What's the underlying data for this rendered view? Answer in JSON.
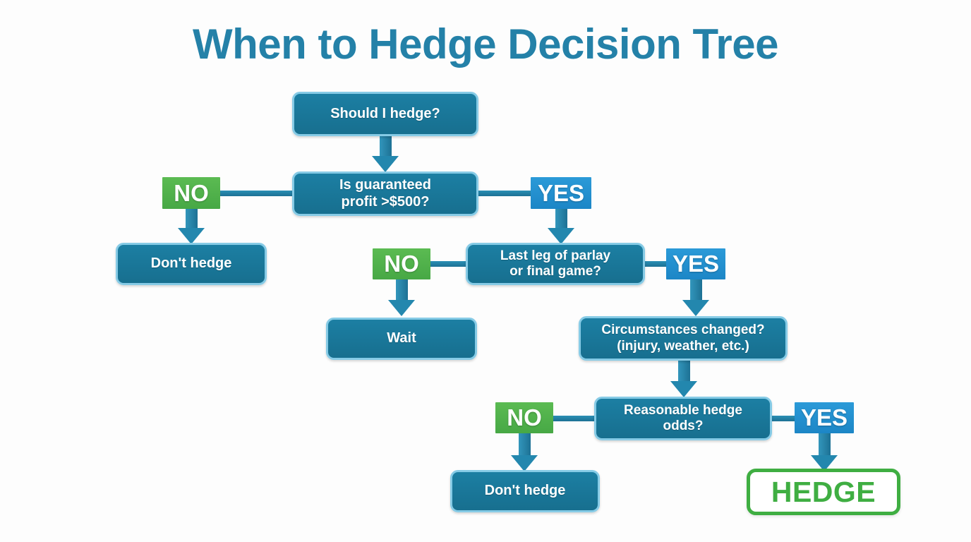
{
  "title": "When to Hedge Decision Tree",
  "theme": {
    "background": "#fdfdfd",
    "title_color": "#2481a8",
    "node_fill": "#1c7fa3",
    "node_border": "#86cbe6",
    "connector": "#1d7194",
    "yes_chip": "#2b9ad8",
    "no_chip": "#4fb04a",
    "hedge_green": "#3fae42",
    "node_text": "#ffffff"
  },
  "nodes": {
    "root": "Should I hedge?",
    "profit": "Is guaranteed\nprofit >$500?",
    "dont_hedge_1": "Don't hedge",
    "last_leg": "Last leg of parlay\nor final game?",
    "wait": "Wait",
    "circumstances": "Circumstances changed?\n(injury, weather, etc.)",
    "odds": "Reasonable hedge\nodds?",
    "dont_hedge_2": "Don't hedge",
    "hedge": "HEDGE"
  },
  "branch_labels": {
    "no_profit": "NO",
    "yes_profit": "YES",
    "no_last_leg": "NO",
    "yes_last_leg": "YES",
    "no_odds": "NO",
    "yes_odds": "YES"
  },
  "chart_data": {
    "type": "diagram",
    "diagram_kind": "decision-tree",
    "title": "When to Hedge Decision Tree",
    "nodes": [
      {
        "id": "root",
        "label": "Should I hedge?",
        "kind": "start"
      },
      {
        "id": "profit",
        "label": "Is guaranteed profit >$500?",
        "kind": "decision"
      },
      {
        "id": "dont_hedge_1",
        "label": "Don't hedge",
        "kind": "terminal"
      },
      {
        "id": "last_leg",
        "label": "Last leg of parlay or final game?",
        "kind": "decision"
      },
      {
        "id": "wait",
        "label": "Wait",
        "kind": "terminal"
      },
      {
        "id": "circumstances",
        "label": "Circumstances changed? (injury, weather, etc.)",
        "kind": "decision"
      },
      {
        "id": "odds",
        "label": "Reasonable hedge odds?",
        "kind": "decision"
      },
      {
        "id": "dont_hedge_2",
        "label": "Don't hedge",
        "kind": "terminal"
      },
      {
        "id": "hedge",
        "label": "HEDGE",
        "kind": "terminal-highlight"
      }
    ],
    "edges": [
      {
        "from": "root",
        "to": "profit",
        "label": ""
      },
      {
        "from": "profit",
        "to": "dont_hedge_1",
        "label": "NO"
      },
      {
        "from": "profit",
        "to": "last_leg",
        "label": "YES"
      },
      {
        "from": "last_leg",
        "to": "wait",
        "label": "NO"
      },
      {
        "from": "last_leg",
        "to": "circumstances",
        "label": "YES"
      },
      {
        "from": "circumstances",
        "to": "odds",
        "label": ""
      },
      {
        "from": "odds",
        "to": "dont_hedge_2",
        "label": "NO"
      },
      {
        "from": "odds",
        "to": "hedge",
        "label": "YES"
      }
    ]
  }
}
